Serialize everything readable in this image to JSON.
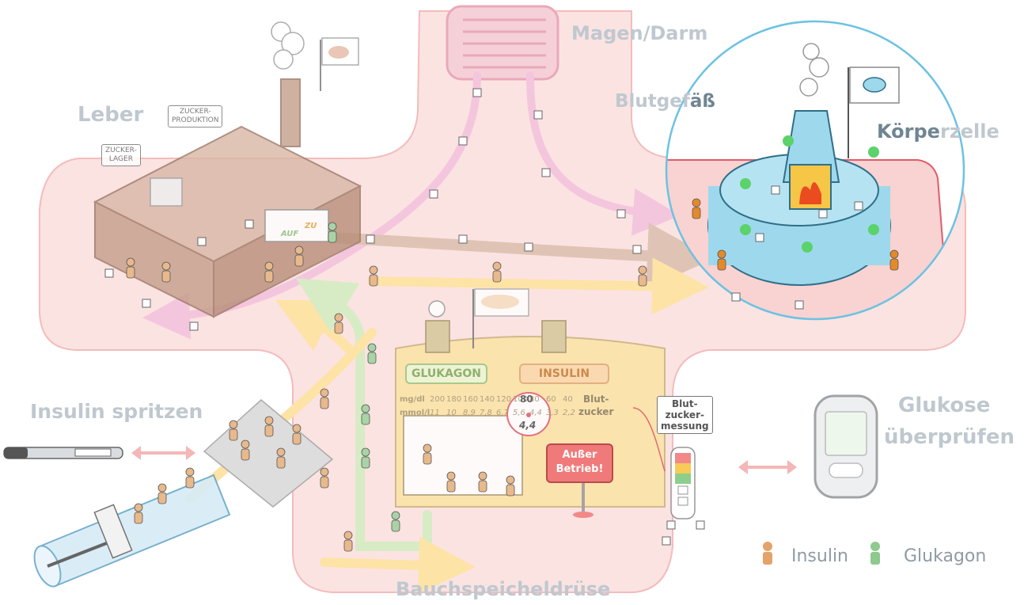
{
  "labels": {
    "stomach": "Magen/Darm",
    "vessel_prefix": "Blutgef",
    "vessel_suffix": "äß",
    "liver": "Leber",
    "cell_prefix": "Körpe",
    "cell_suffix": "zelle",
    "inject": "Insulin spritzen",
    "check_line1": "Glukose",
    "check_line2": "überprüfen",
    "pancreas": "Bauchspeicheldrüse"
  },
  "liver_factory": {
    "sign_production_1": "ZUCKER-",
    "sign_production_2": "PRODUKTION",
    "sign_storage_1": "ZUCKER-",
    "sign_storage_2": "LAGER",
    "door_open": "AUF",
    "door_close": "ZU"
  },
  "pancreas_building": {
    "glucagon_sign": "GLUKAGON",
    "insulin_sign": "INSULIN",
    "gauge_unit_mg": "mg/dl",
    "gauge_unit_mmol": "mmol/l",
    "gauge_mg_values": [
      "200",
      "180",
      "160",
      "140",
      "120",
      "100",
      "80",
      "60",
      "40"
    ],
    "gauge_mmol_values": [
      "11",
      "10",
      "8,9",
      "7,8",
      "6,7",
      "5,6",
      "4,4",
      "3,3",
      "2,2"
    ],
    "dial_top": "80",
    "dial_bottom": "4,4",
    "gauge_title_1": "Blut-",
    "gauge_title_2": "zucker",
    "out_of_order_1": "Außer",
    "out_of_order_2": "Betrieb!"
  },
  "measurement_sign": {
    "line1": "Blut-",
    "line2": "zucker-",
    "line3": "messung"
  },
  "legend": {
    "insulin": "Insulin",
    "glucagon": "Glukagon"
  },
  "colors": {
    "vessel_fill": "#fbe3e2",
    "vessel_edge": "#f3bcbc",
    "pink_flow": "#f4c6dd",
    "beige_flow": "#dfc3b4",
    "yellow_flow": "#fde3a6",
    "green_flow": "#d7ecc5",
    "cell_blue": "#9ed8ec",
    "zoom_ring": "#6cc2e2",
    "insulin_orange": "#e48a2a",
    "glucagon_green": "#8ec98e",
    "out_of_order_red": "#f07a7a"
  }
}
